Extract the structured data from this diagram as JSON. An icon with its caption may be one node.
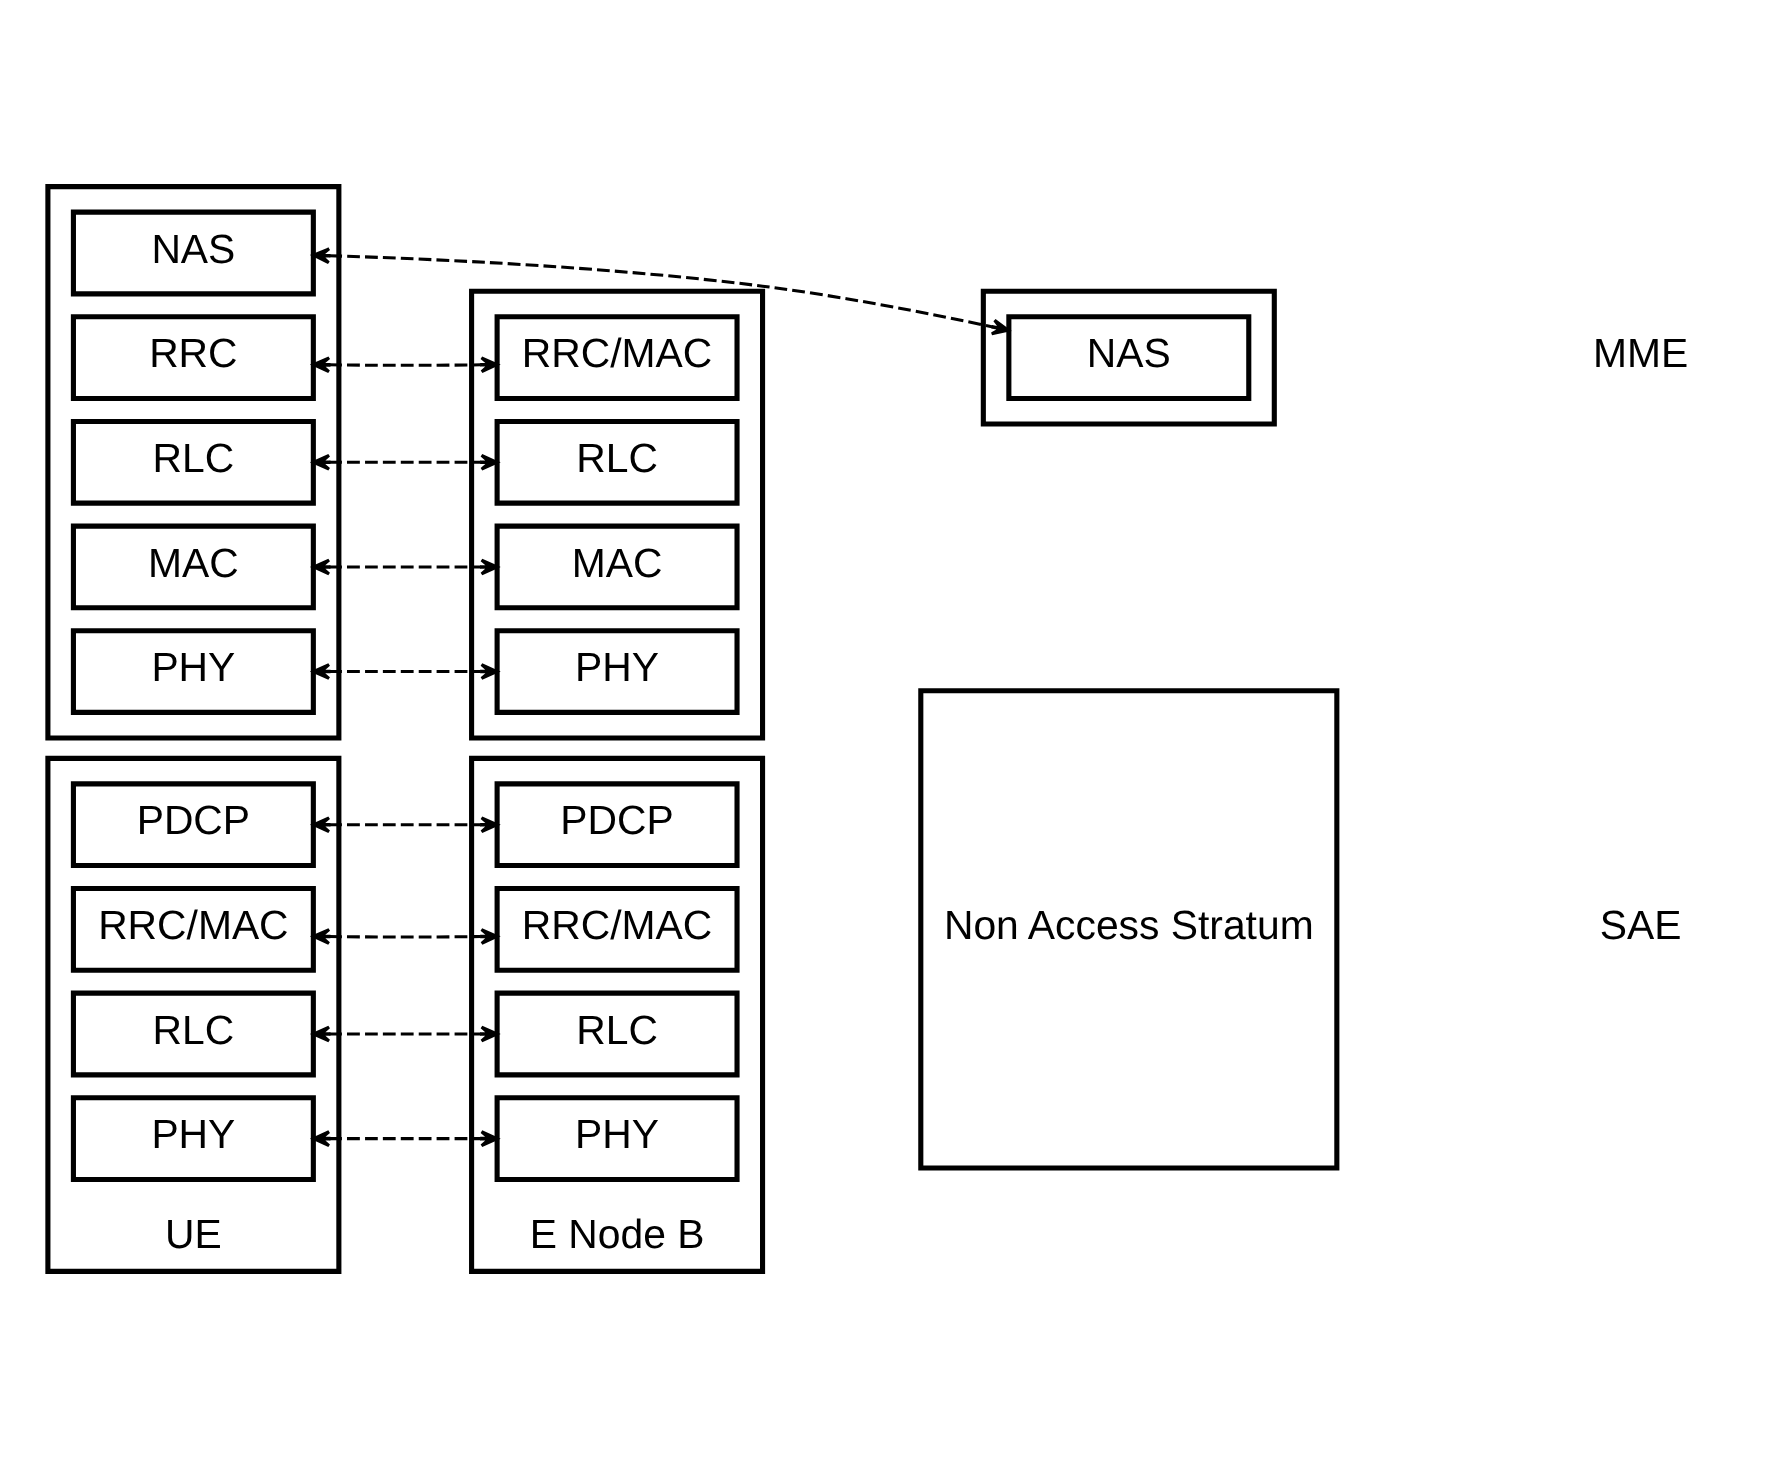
{
  "diagram": {
    "nodes": [
      {
        "text": [
          "UE"
        ]
      },
      {
        "text": [
          "PDCP"
        ],
        "in": 0
      },
      {
        "text": [
          "RRC/MAC"
        ],
        "in": 0
      },
      {
        "text": [
          "RLC"
        ],
        "in": 0
      },
      {
        "text": [
          "PHY"
        ],
        "in": 0
      },
      {
        "text": [
          "E Node B"
        ]
      },
      {
        "text": [
          "PDCP"
        ],
        "in": 5
      },
      {
        "text": [
          "RRC/MAC"
        ],
        "in": 5
      },
      {
        "text": [
          "RLC"
        ],
        "in": 5
      },
      {
        "text": [
          "PHY"
        ],
        "in": 5
      },
      {
        "text": [
          "Non Access Stratum"
        ]
      },
      {
        "text": [],
        "shape": "box"
      },
      {
        "text": [
          "NAS"
        ],
        "in": 11
      },
      {
        "text": [
          "RRC"
        ],
        "in": 11
      },
      {
        "text": [
          "RLC"
        ],
        "in": 11
      },
      {
        "text": [
          "MAC"
        ],
        "in": 11
      },
      {
        "text": [
          "PHY"
        ],
        "in": 11
      },
      {
        "text": [],
        "shape": "box"
      },
      {
        "text": [
          "RRC/MAC"
        ],
        "in": 17
      },
      {
        "text": [
          "RLC"
        ],
        "in": 17
      },
      {
        "text": [
          "MAC"
        ],
        "in": 17
      },
      {
        "text": [
          "PHY"
        ],
        "in": 17
      },
      {
        "text": [],
        "shape": "box"
      },
      {
        "text": [
          "NAS"
        ],
        "in": 22
      }
    ],
    "edges": [
      {
        "from": 1,
        "to": 6,
        "arrow": "both",
        "style": "dashed"
      },
      {
        "from": 2,
        "to": 7,
        "arrow": "both",
        "style": "dashed"
      },
      {
        "from": 3,
        "to": 8,
        "arrow": "both",
        "style": "dashed"
      },
      {
        "from": 4,
        "to": 9,
        "arrow": "both",
        "style": "dashed"
      },
      {
        "from": 12,
        "to": 23,
        "arrow": "both",
        "style": "dashed"
      },
      {
        "from": 13,
        "to": 18,
        "arrow": "both",
        "style": "dashed"
      },
      {
        "from": 14,
        "to": 19,
        "arrow": "both",
        "style": "dashed"
      },
      {
        "from": 15,
        "to": 20,
        "arrow": "both",
        "style": "dashed"
      },
      {
        "from": 16,
        "to": 21,
        "arrow": "both",
        "style": "dashed"
      }
    ],
    "labels": [
      "SAE",
      "MME"
    ]
  }
}
